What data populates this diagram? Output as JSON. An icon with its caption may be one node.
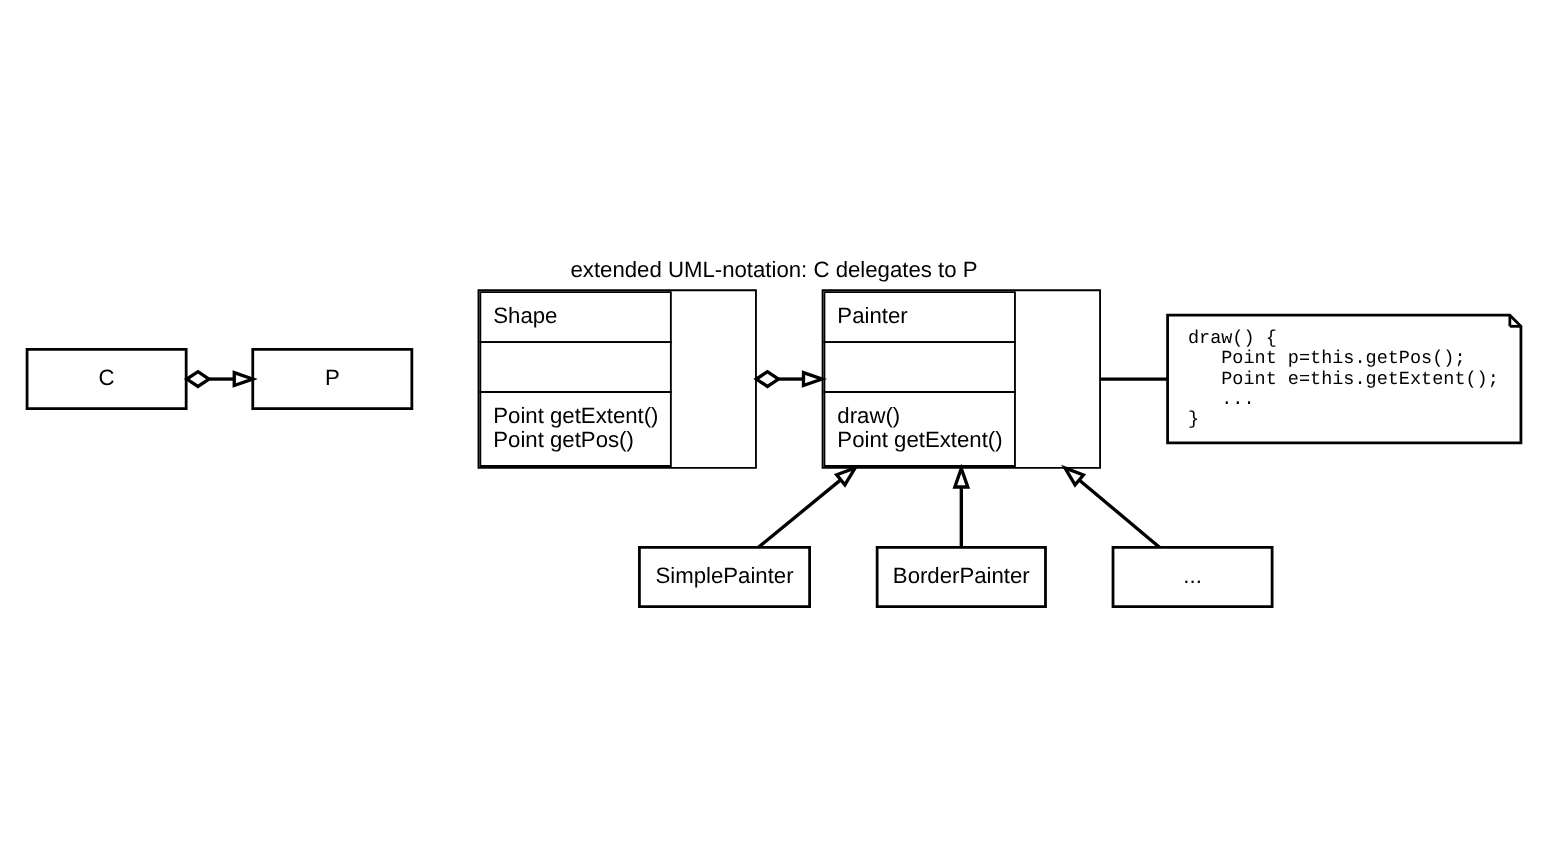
{
  "diagram": {
    "title": "extended UML-notation: C delegates to P",
    "nodes": [
      {
        "text": [
          "C"
        ]
      },
      {
        "text": [
          "P"
        ]
      },
      {
        "text": [
          "Shape",
          "Point getExtent()",
          "Point getPos()"
        ]
      },
      {
        "text": [
          "Painter",
          "draw()",
          "Point getExtent()"
        ]
      },
      {
        "text": [
          "draw() {",
          "Point p=this.getPos();",
          "Point e=this.getExtent();",
          "...",
          "}"
        ]
      },
      {
        "text": [
          "SimplePainter"
        ]
      },
      {
        "text": [
          "BorderPainter"
        ]
      },
      {
        "text": [
          "..."
        ]
      }
    ],
    "edges": [
      {
        "from": 0,
        "to": 1,
        "arrow": "to"
      },
      {
        "from": 2,
        "to": 3,
        "arrow": "to"
      },
      {
        "from": 3,
        "to": 4,
        "arrow": "none"
      },
      {
        "from": 5,
        "to": 3,
        "arrow": "to"
      },
      {
        "from": 6,
        "to": 3,
        "arrow": "to"
      },
      {
        "from": 7,
        "to": 3,
        "arrow": "to"
      }
    ]
  }
}
